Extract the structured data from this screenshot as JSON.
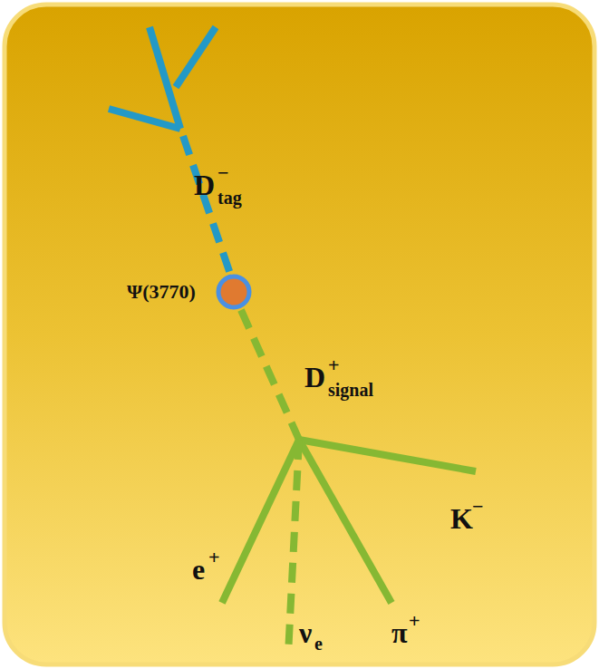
{
  "diagram": {
    "labels": [
      "D",
      "−",
      "tag",
      "Ψ(3770)",
      "D",
      "+",
      "signal",
      "K",
      "−",
      "e",
      "+",
      "ν",
      "e",
      "π",
      "+"
    ]
  }
}
